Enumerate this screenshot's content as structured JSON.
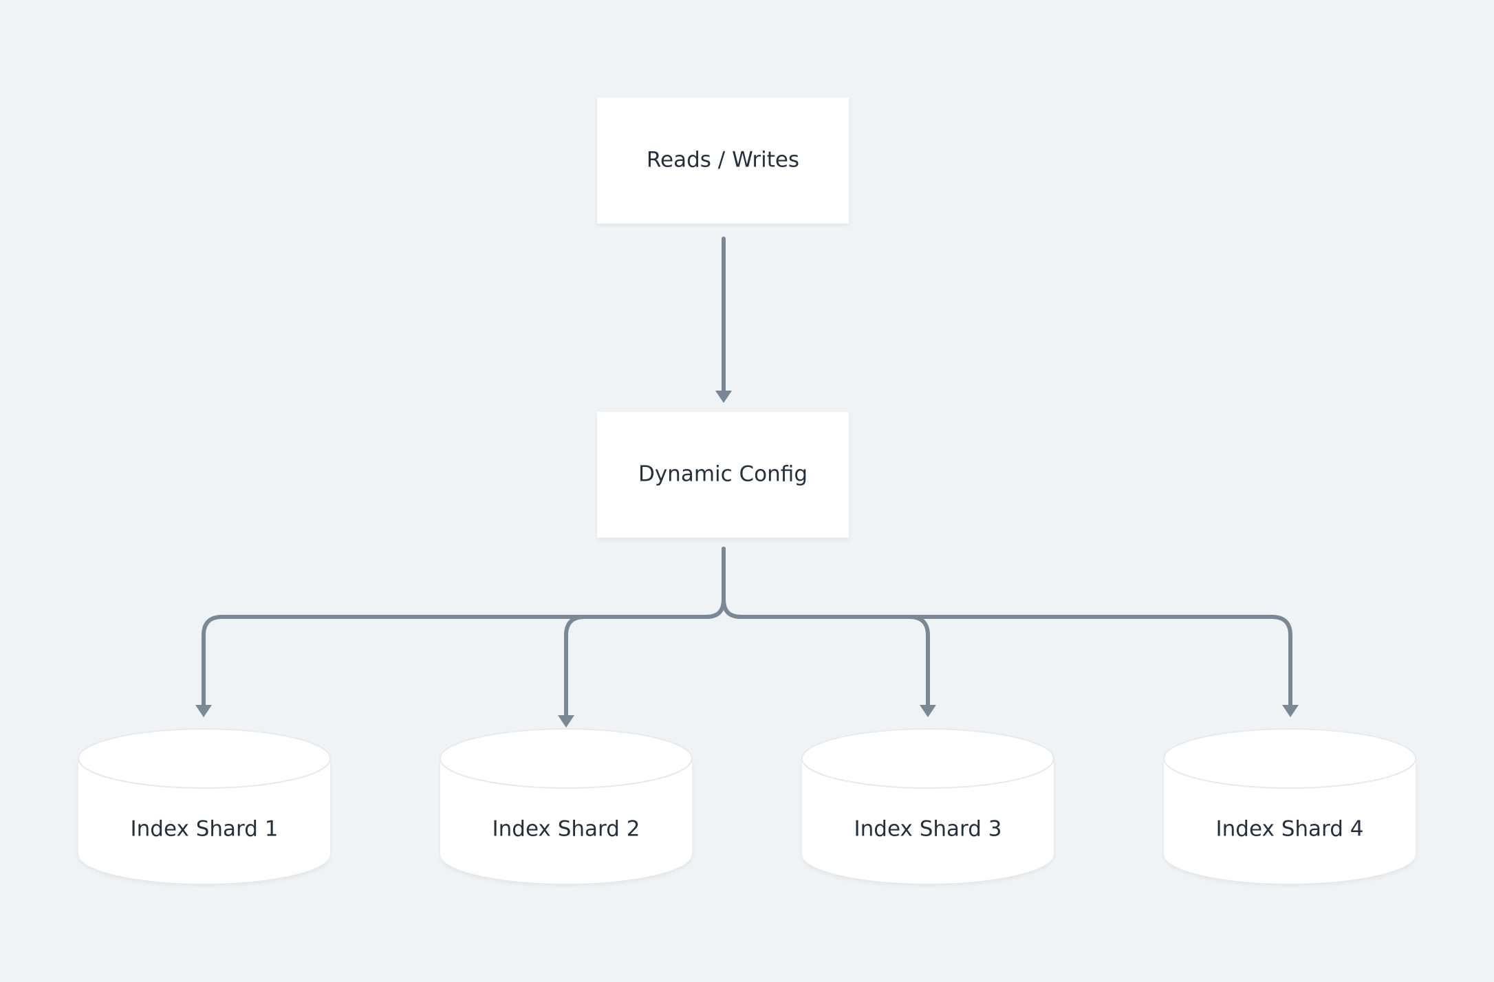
{
  "nodes": {
    "reads_writes": {
      "label": "Reads / Writes",
      "shape": "rectangle"
    },
    "dynamic_config": {
      "label": "Dynamic Config",
      "shape": "rectangle"
    },
    "shards": [
      {
        "label": "Index Shard 1",
        "shape": "cylinder"
      },
      {
        "label": "Index Shard 2",
        "shape": "cylinder"
      },
      {
        "label": "Index Shard 3",
        "shape": "cylinder"
      },
      {
        "label": "Index Shard 4",
        "shape": "cylinder"
      }
    ]
  },
  "edges": [
    {
      "from": "reads_writes",
      "to": "dynamic_config"
    },
    {
      "from": "dynamic_config",
      "to": "shards.0"
    },
    {
      "from": "dynamic_config",
      "to": "shards.1"
    },
    {
      "from": "dynamic_config",
      "to": "shards.2"
    },
    {
      "from": "dynamic_config",
      "to": "shards.3"
    }
  ],
  "colors": {
    "background": "#eff3f6",
    "node_fill": "#ffffff",
    "edge": "#7a8896",
    "text": "#25303d"
  }
}
